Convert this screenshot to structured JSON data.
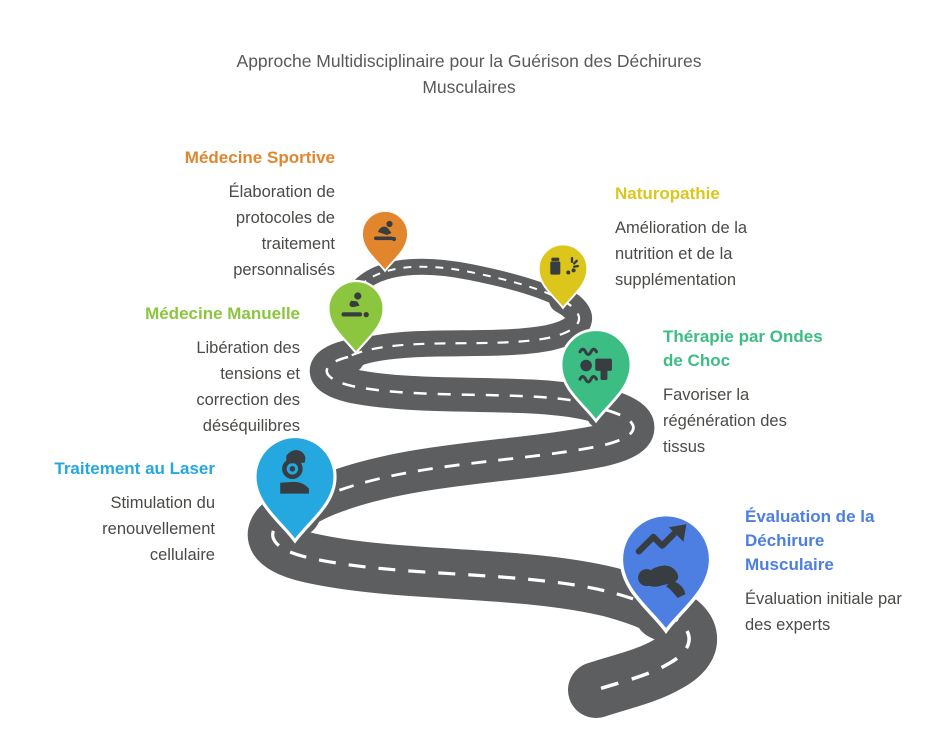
{
  "title": "Approche Multidisciplinaire pour la Guérison des Déchirures Musculaires",
  "road_color": "#5d5e60",
  "icon_color": "#383d42",
  "stops": [
    {
      "title": "Médecine Sportive",
      "description": "Élaboration de protocoles de traitement personnalisés",
      "color": "#e2862e",
      "icon": "sports-person-icon"
    },
    {
      "title": "Naturopathie",
      "description": "Amélioration de la nutrition et de la supplémentation",
      "color": "#dcc61c",
      "icon": "supplements-icon"
    },
    {
      "title": "Médecine Manuelle",
      "description": "Libération des tensions et correction des déséquilibres",
      "color": "#8cc63e",
      "icon": "massage-icon"
    },
    {
      "title": "Thérapie par Ondes de Choc",
      "description": "Favoriser la régénération des tissus",
      "color": "#3bbd84",
      "icon": "shockwave-device-icon"
    },
    {
      "title": "Traitement au Laser",
      "description": "Stimulation du renouvellement cellulaire",
      "color": "#25a8e0",
      "icon": "laser-device-icon"
    },
    {
      "title": "Évaluation de la Déchirure Musculaire",
      "description": "Évaluation initiale par des experts",
      "color": "#4c7fe1",
      "icon": "progress-person-icon"
    }
  ]
}
